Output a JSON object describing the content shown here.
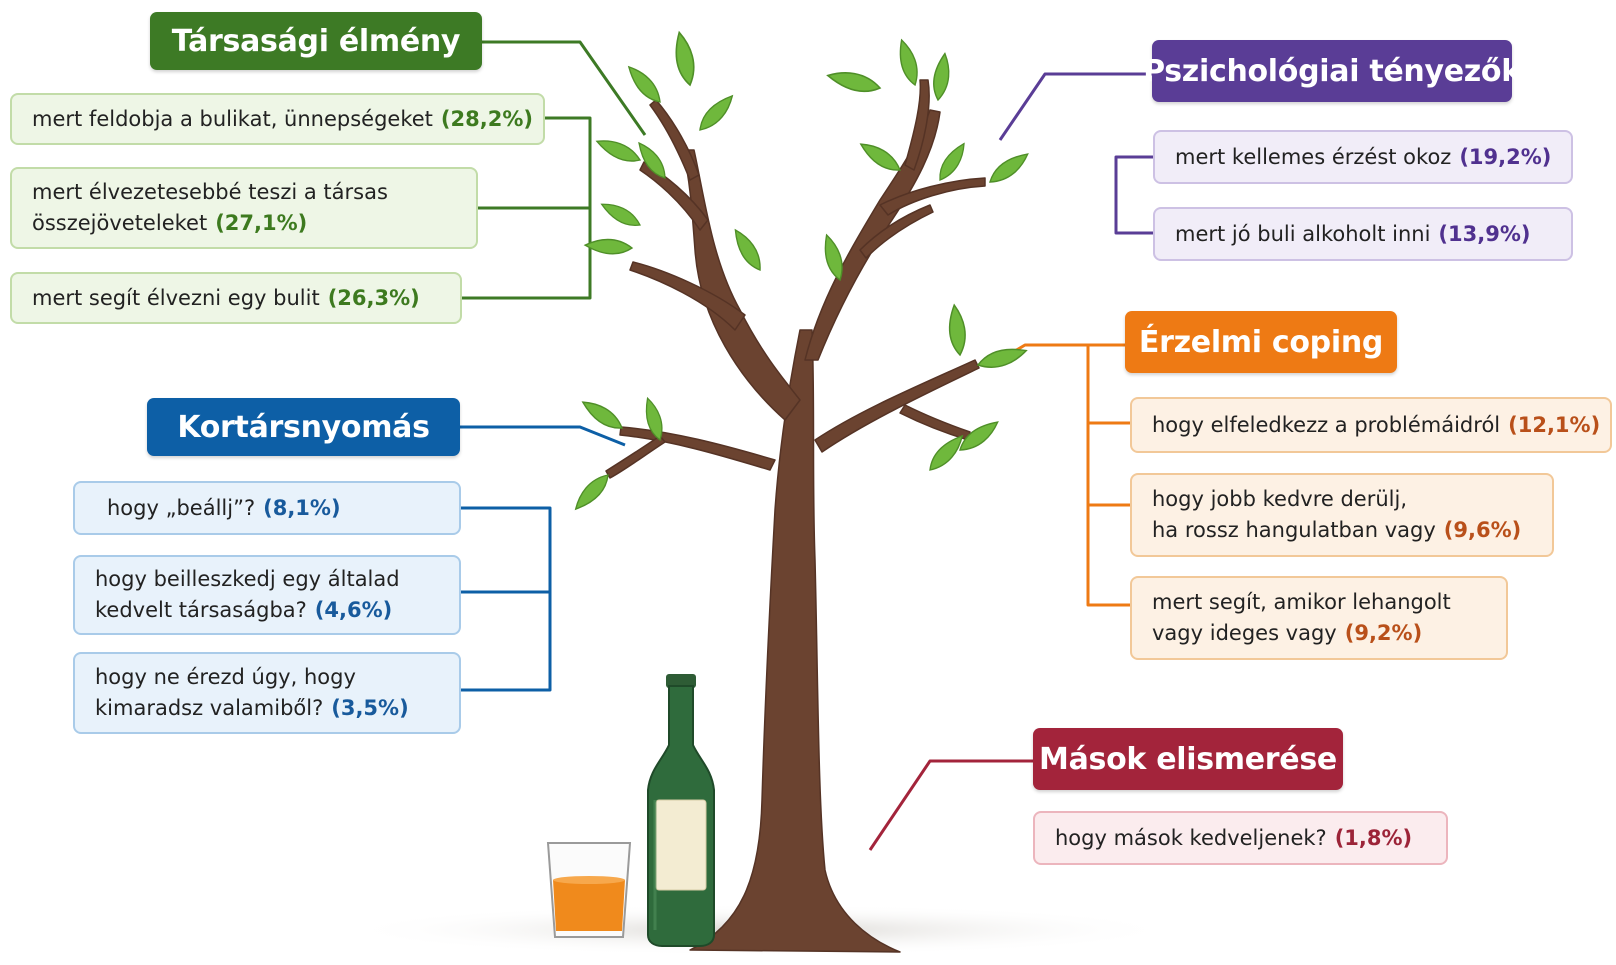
{
  "colors": {
    "green": "#3d7a25",
    "purple": "#5a3d96",
    "blue": "#0d5fa6",
    "orange": "#ee7a14",
    "red": "#a3243b",
    "trunk": "#6b4330",
    "leaf": "#6fb83c"
  },
  "groups": {
    "social": {
      "title": "Társasági élmény",
      "items": [
        {
          "lines": [
            "mert feldobja a bulikat, ünnepségeket"
          ],
          "pct": "(28,2%)"
        },
        {
          "lines": [
            "mert élvezetesebbé teszi a társas",
            "összejöveteleket"
          ],
          "pct": "(27,1%)"
        },
        {
          "lines": [
            "mert segít élvezni egy bulit"
          ],
          "pct": "(26,3%)"
        }
      ]
    },
    "psych": {
      "title": "Pszichológiai tényezők",
      "items": [
        {
          "lines": [
            "mert kellemes érzést okoz"
          ],
          "pct": "(19,2%)"
        },
        {
          "lines": [
            "mert jó buli alkoholt inni"
          ],
          "pct": "(13,9%)"
        }
      ]
    },
    "peer": {
      "title": "Kortársnyomás",
      "items": [
        {
          "lines": [
            "hogy „beállj”?"
          ],
          "pct": "(8,1%)"
        },
        {
          "lines": [
            "hogy beilleszkedj egy általad",
            "kedvelt társaságba?"
          ],
          "pct": "(4,6%)"
        },
        {
          "lines": [
            "hogy ne érezd úgy, hogy",
            "kimaradsz valamiből?"
          ],
          "pct": "(3,5%)"
        }
      ]
    },
    "coping": {
      "title": "Érzelmi coping",
      "items": [
        {
          "lines": [
            "hogy elfeledkezz a problémáidról"
          ],
          "pct": "(12,1%)"
        },
        {
          "lines": [
            "hogy jobb kedvre derülj,",
            "ha rossz hangulatban vagy"
          ],
          "pct": "(9,6%)"
        },
        {
          "lines": [
            "mert segít, amikor lehangolt",
            "vagy ideges vagy"
          ],
          "pct": "(9,2%)"
        }
      ]
    },
    "recognition": {
      "title": "Mások elismerése",
      "items": [
        {
          "lines": [
            "hogy mások kedveljenek?"
          ],
          "pct": "(1,8%)"
        }
      ]
    }
  }
}
